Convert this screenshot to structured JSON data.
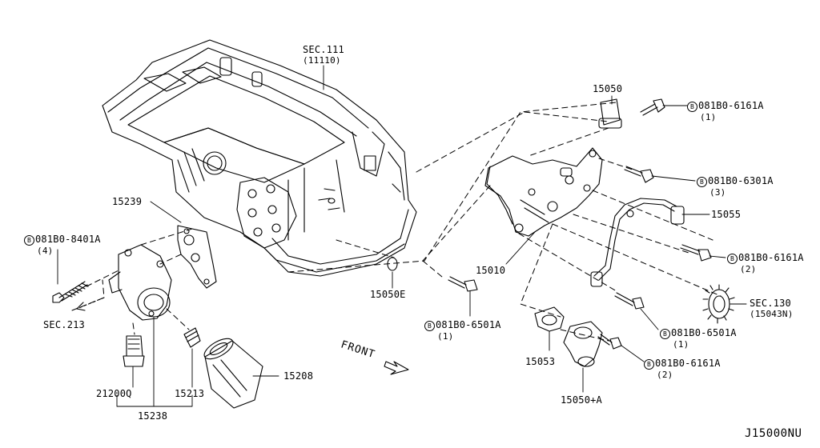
{
  "diagram": {
    "code": "J15000NU",
    "front_label": "FRONT",
    "bolt_symbol": "B",
    "labels": {
      "sec111": {
        "title": "SEC.111",
        "sub": "(11110)"
      },
      "p15050": "15050",
      "bolt_6161a_top": {
        "ref": "081B0-6161A",
        "qty": "(1)"
      },
      "bolt_6301a": {
        "ref": "081B0-6301A",
        "qty": "(3)"
      },
      "p15055": "15055",
      "bolt_6161a_mid": {
        "ref": "081B0-6161A",
        "qty": "(2)"
      },
      "p15239": "15239",
      "bolt_8401a": {
        "ref": "081B0-8401A",
        "qty": "(4)"
      },
      "p15010": "15010",
      "p15050e": "15050E",
      "sec130": {
        "title": "SEC.130",
        "sub": "(15043N)"
      },
      "sec213": "SEC.213",
      "bolt_6501a_left": {
        "ref": "081B0-6501A",
        "qty": "(1)"
      },
      "bolt_6501a_right": {
        "ref": "081B0-6501A",
        "qty": "(1)"
      },
      "p15053": "15053",
      "bolt_6161a_low": {
        "ref": "081B0-6161A",
        "qty": "(2)"
      },
      "p21200q": "21200Q",
      "p15213": "15213",
      "p15208": "15208",
      "p15238": "15238",
      "p15050a": "15050+A"
    }
  }
}
